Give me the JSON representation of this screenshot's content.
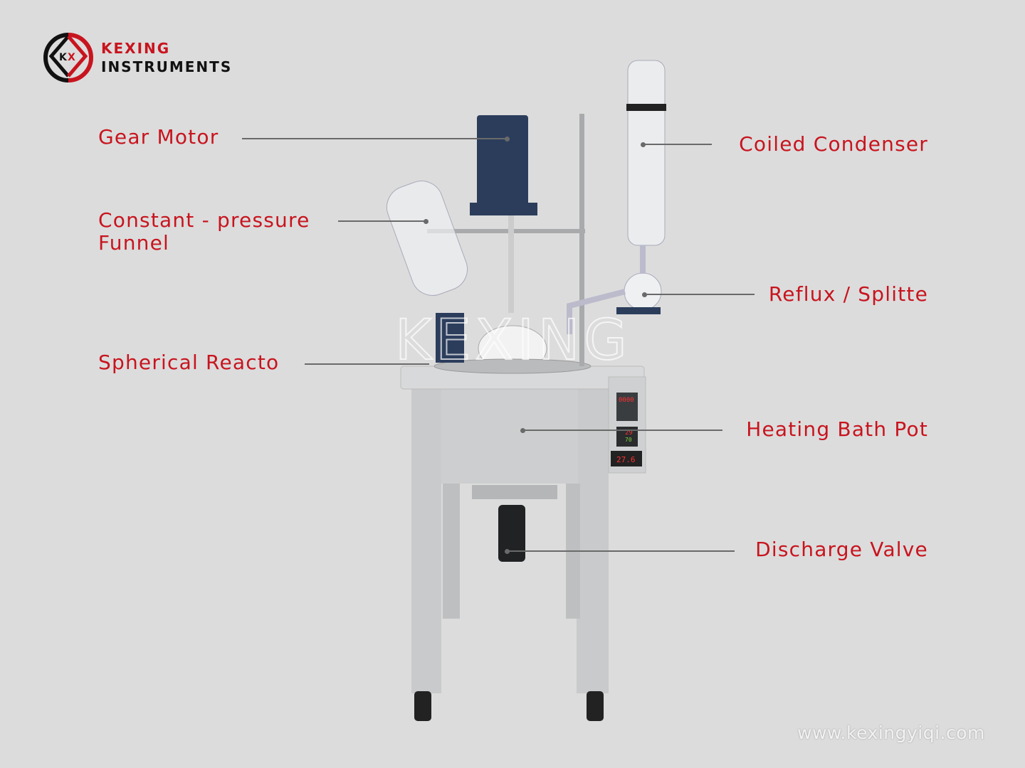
{
  "brand": {
    "line1": "KEXING",
    "line2": "INSTRUMENTS",
    "logo_letters": "KX",
    "accent": "#c8141e"
  },
  "labels": {
    "gear_motor": "Gear Motor",
    "funnel_line1": "Constant - pressure",
    "funnel_line2": "Funnel",
    "reactor": "Spherical Reacto",
    "condenser": "Coiled Condenser",
    "reflux": "Reflux / Splitte",
    "bath": "Heating Bath Pot",
    "valve": "Discharge Valve"
  },
  "displays": {
    "speed": "0000",
    "temp_set": "29",
    "temp_pv": "70",
    "temp": "27.6"
  },
  "watermark_center": "KEXING",
  "website": "www.kexingyiqi.com"
}
